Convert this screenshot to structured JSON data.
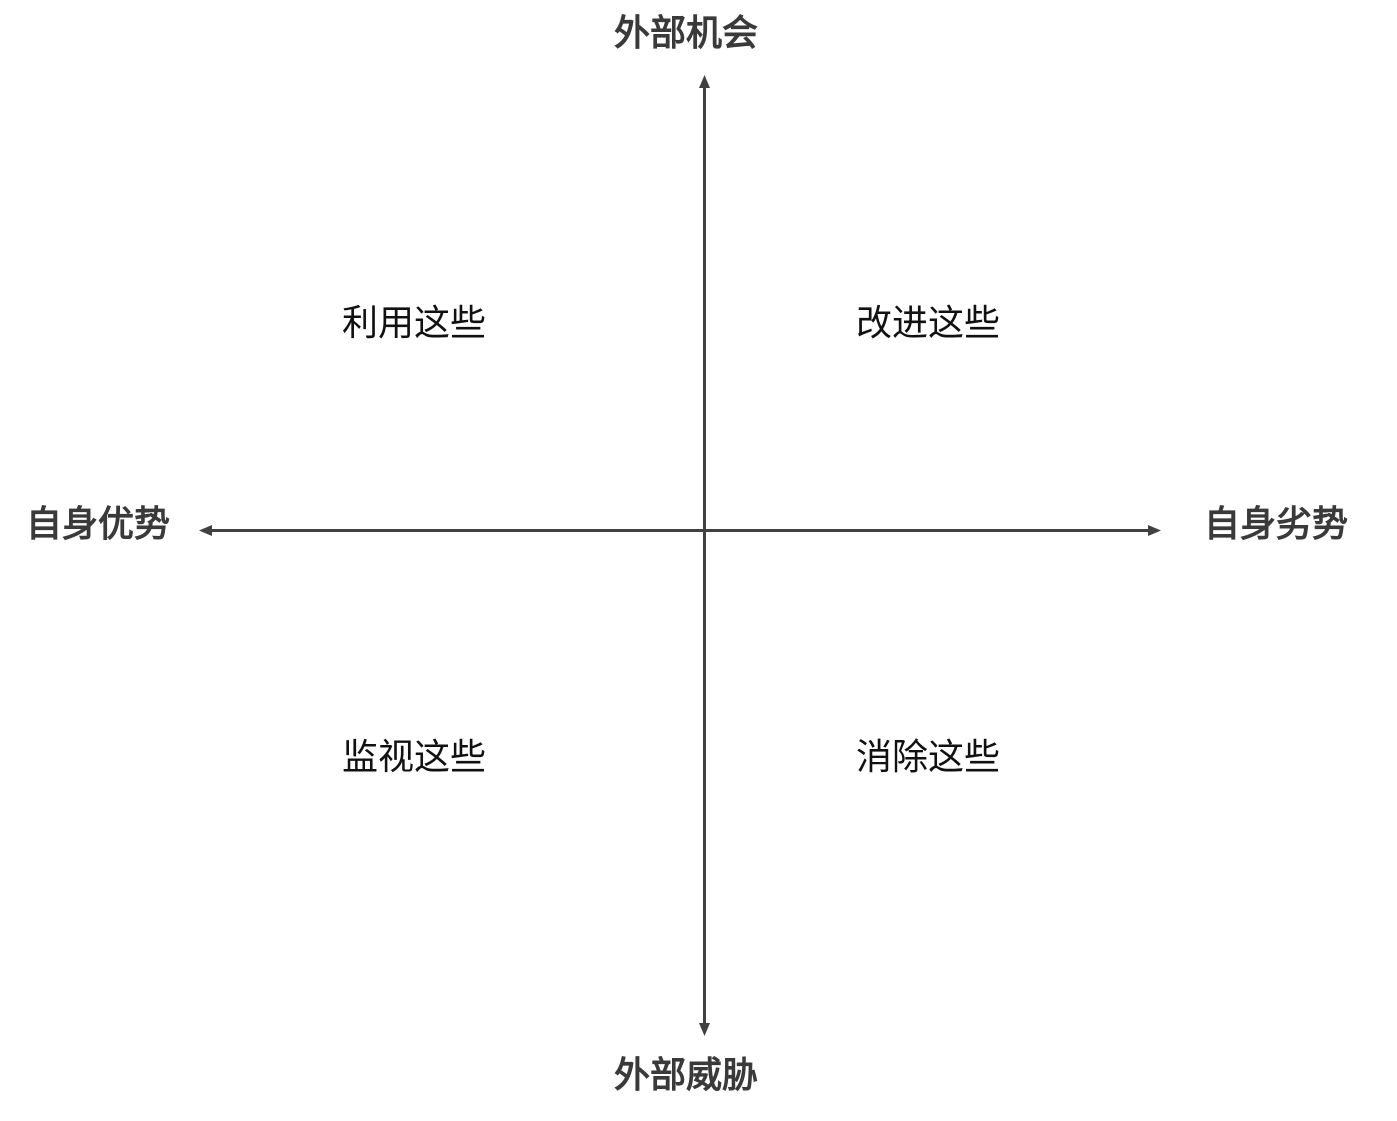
{
  "diagram": {
    "type": "swot-quadrant",
    "axis_color": "#404040",
    "axes": {
      "top": "外部机会",
      "bottom": "外部威胁",
      "left": "自身优势",
      "right": "自身劣势"
    },
    "quadrants": {
      "top_left": "利用这些",
      "top_right": "改进这些",
      "bottom_left": "监视这些",
      "bottom_right": "消除这些"
    }
  }
}
